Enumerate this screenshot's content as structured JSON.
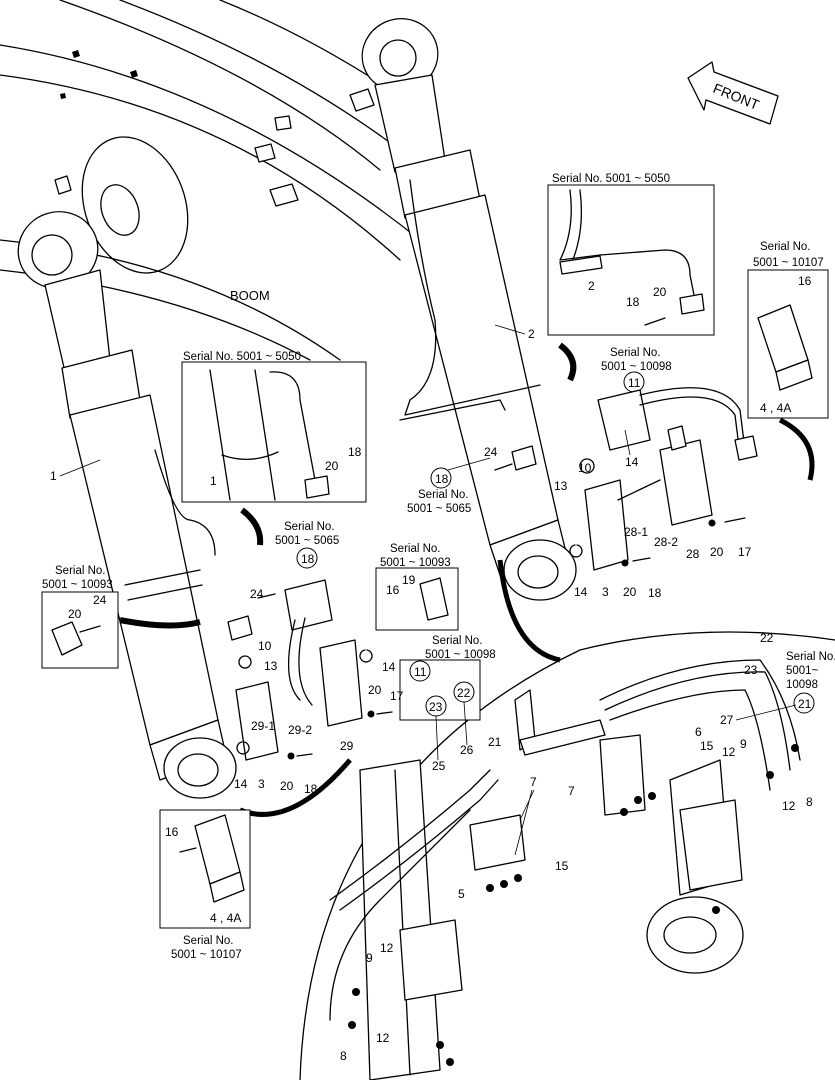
{
  "labels": {
    "boom": "BOOM",
    "front": "FRONT"
  },
  "serials": {
    "s_5050": "Serial No. 5001 ~ 5050",
    "s_10107_line1": "Serial No.",
    "s_10107_line2": "5001 ~ 10107",
    "s_10098_line1": "Serial No.",
    "s_10098_line2": "5001 ~ 10098",
    "s_5065_line1": "Serial No.",
    "s_5065_line2": "5001 ~ 5065",
    "s_10093_line1": "Serial No.",
    "s_10093_line2": "5001 ~ 10093",
    "s_10093_short": "5001 ~ 10093",
    "s_10098_dash_line1": "Serial No.",
    "s_10098_dash_line2": "5001~",
    "s_10098_dash_line3": "10098"
  },
  "parts": {
    "p1": "1",
    "p2": "2",
    "p3": "3",
    "p4": "4 , 4A",
    "p5": "5",
    "p6": "6",
    "p7": "7",
    "p8": "8",
    "p9": "9",
    "p10": "10",
    "p11": "11",
    "p12": "12",
    "p13": "13",
    "p14": "14",
    "p15": "15",
    "p16": "16",
    "p17": "17",
    "p18": "18",
    "p19": "19",
    "p20": "20",
    "p21": "21",
    "p22": "22",
    "p23": "23",
    "p24": "24",
    "p25": "25",
    "p26": "26",
    "p27": "27",
    "p28": "28",
    "p28_1": "28-1",
    "p28_2": "28-2",
    "p29": "29",
    "p29_1": "29-1",
    "p29_2": "29-2"
  }
}
